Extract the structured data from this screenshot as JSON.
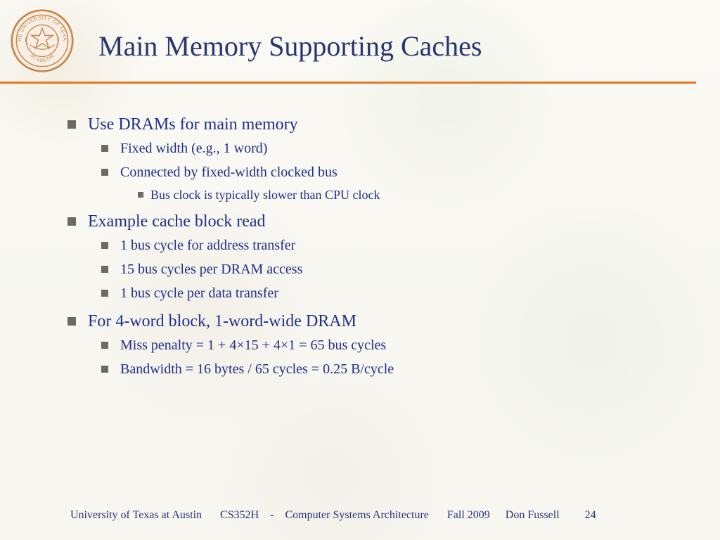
{
  "slide": {
    "title": "Main Memory Supporting Caches",
    "bullets": [
      {
        "text": "Use DRAMs for main memory",
        "children": [
          {
            "text": "Fixed width (e.g., 1 word)"
          },
          {
            "text": "Connected by fixed-width clocked bus"
          },
          {
            "text": "Bus clock is typically slower than CPU clock"
          }
        ]
      },
      {
        "text": "Example cache block read",
        "children": [
          {
            "text": "1 bus cycle for address transfer"
          },
          {
            "text": "15 bus cycles per DRAM access"
          },
          {
            "text": "1 bus cycle per data transfer"
          }
        ]
      },
      {
        "text": "For 4-word block, 1-word-wide DRAM",
        "children": [
          {
            "text": "Miss penalty = 1 + 4×15 + 4×1 = 65 bus cycles"
          },
          {
            "text": "Bandwidth = 16 bytes / 65 cycles = 0.25 B/cycle"
          }
        ]
      }
    ]
  },
  "footer": {
    "institution": "University of Texas at Austin",
    "course_code": "CS352H",
    "separator": "-",
    "course_name": "Computer Systems Architecture",
    "term": "Fall 2009",
    "instructor": "Don Fussell",
    "page_number": "24"
  },
  "logo": {
    "seal_text_top": "THE UNIVERSITY OF TEXAS",
    "seal_text_bottom": "AT AUSTIN"
  },
  "colors": {
    "title": "#28356f",
    "body_text": "#1f2e8a",
    "accent_rule": "#e87722",
    "bullet": "#6f6a5f",
    "seal": "#c98a4b"
  },
  "icons": {
    "seal": "university-seal-icon",
    "bullet": "square-bullet-icon"
  }
}
